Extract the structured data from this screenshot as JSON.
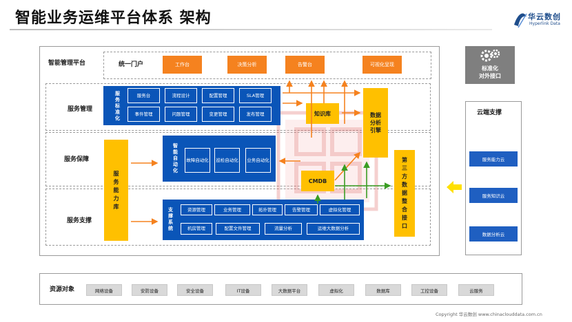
{
  "title": "智能业务运维平台体系 架构",
  "logo": {
    "name": "华云数创",
    "sub": "Hyperlink Data"
  },
  "platform": {
    "label": "智能管理平台",
    "portal": {
      "label": "统一门户",
      "items": [
        "工作台",
        "决策分析",
        "告警台",
        "可视化呈现"
      ]
    }
  },
  "service_mgmt": {
    "label": "服务管理",
    "block_label": "服务标准化",
    "row1": [
      "服务台",
      "流程设计",
      "配置管理",
      "SLA管理"
    ],
    "row2": [
      "事件管理",
      "问题管理",
      "变更管理",
      "发布管理"
    ]
  },
  "service_guarantee": {
    "label": "服务保障",
    "block_label": "智能自动化",
    "items": [
      "故障自动化",
      "巡检自动化",
      "业务自动化"
    ]
  },
  "service_support": {
    "label": "服务支撑",
    "block_label": "支撑系统",
    "row1": [
      "资源管理",
      "业务管理",
      "拓扑管理",
      "告警管理",
      "虚拟化管理"
    ],
    "row2": [
      "机房管理",
      "配置文件管理",
      "流量分析",
      "运维大数据分析"
    ]
  },
  "capability_lib": "服务能力库",
  "knowledge_base": "知识库",
  "analysis_engine": "数据分析引擎",
  "cmdb": "CMDB",
  "third_party": "第三方数据整合接口",
  "standard_api": {
    "line1": "标准化",
    "line2": "对外接口"
  },
  "cloud_support": {
    "label": "云端支撑",
    "items": [
      "服务能力云",
      "服务知识云",
      "数据分析云"
    ]
  },
  "resources": {
    "label": "资源对象",
    "items": [
      "网络设备",
      "安防设备",
      "安全设备",
      "IT设备",
      "大数据平台",
      "虚拟化",
      "数据库",
      "工控设备",
      "云服务"
    ]
  },
  "footer": "Copyright 华云数创 www.chinaclouddata.com.cn",
  "colors": {
    "blue": "#0a55b8",
    "orange": "#f5821f",
    "yellow": "#ffc000",
    "green": "#3a9d23",
    "gray": "#7f7f7f"
  }
}
